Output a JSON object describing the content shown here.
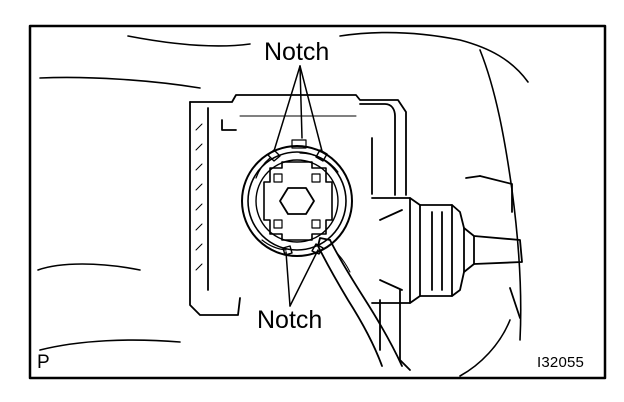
{
  "labels": {
    "notch_top": "Notch",
    "notch_bottom": "Notch",
    "corner_mark": "P",
    "figure_id": "I32055"
  },
  "colors": {
    "ink": "#000000",
    "paper": "#ffffff"
  }
}
